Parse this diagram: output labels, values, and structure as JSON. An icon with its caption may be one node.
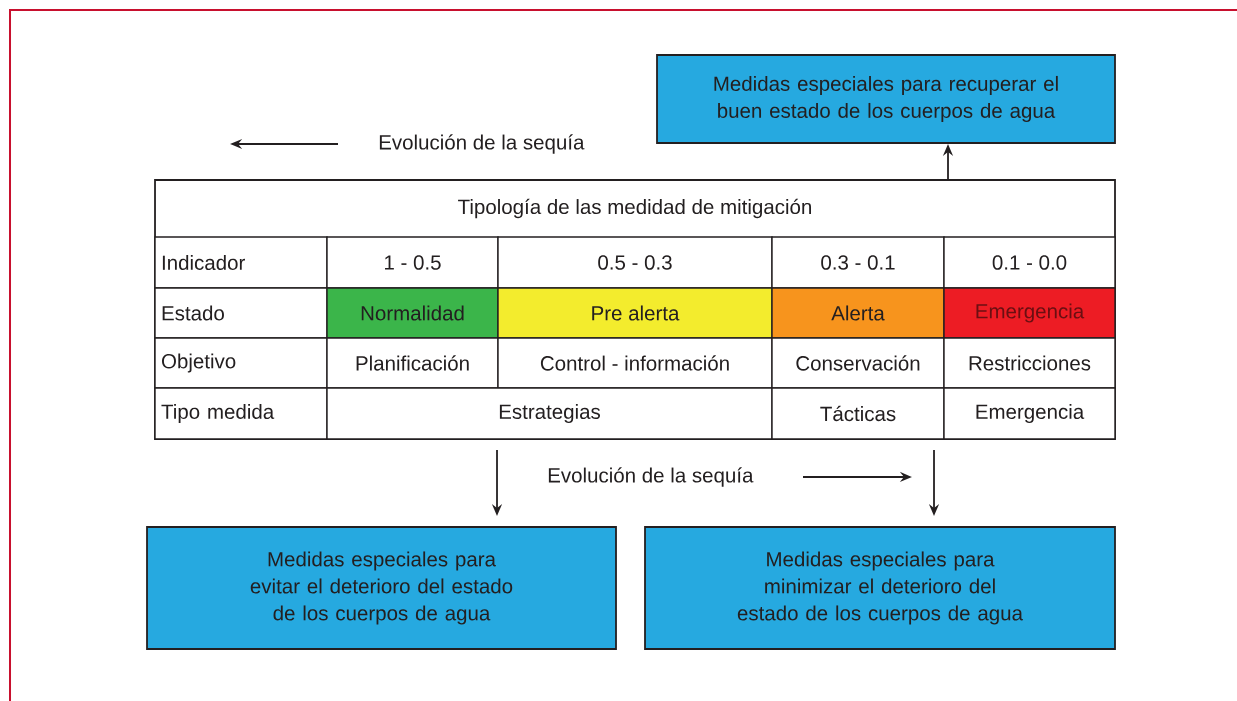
{
  "diagram": {
    "nodes": [
      {
        "text": [
          "Medidas especiales para recuperar el buen estado de los cuerpos de agua"
        ]
      },
      {
        "text": [
          "Tipología de las medidad de mitigación"
        ]
      },
      {
        "text": [
          "Indicador"
        ],
        "in": 1
      },
      {
        "text": [
          "1 - 0.5"
        ],
        "in": 1
      },
      {
        "text": [
          "0.5 - 0.3"
        ],
        "in": 1
      },
      {
        "text": [
          "0.3 - 0.1"
        ],
        "in": 1
      },
      {
        "text": [
          "0.1 - 0.0"
        ],
        "in": 1
      },
      {
        "text": [
          "Estado"
        ],
        "in": 1
      },
      {
        "text": [
          "Normalidad"
        ],
        "in": 1
      },
      {
        "text": [
          "Pre alerta"
        ],
        "in": 1
      },
      {
        "text": [
          "Alerta"
        ],
        "in": 1
      },
      {
        "text": [
          "Emergencia"
        ],
        "in": 1
      },
      {
        "text": [
          "Objetivo"
        ],
        "in": 1
      },
      {
        "text": [
          "Planificación"
        ],
        "in": 1
      },
      {
        "text": [
          "Control - información"
        ],
        "in": 1
      },
      {
        "text": [
          "Conservación"
        ],
        "in": 1
      },
      {
        "text": [
          "Restricciones"
        ],
        "in": 1
      },
      {
        "text": [
          "Tipo medida"
        ],
        "in": 1
      },
      {
        "text": [
          "Estrategias"
        ],
        "in": 1
      },
      {
        "text": [
          "Tácticas"
        ],
        "in": 1
      },
      {
        "text": [
          "Emergencia"
        ],
        "in": 1
      },
      {
        "text": [
          "Medidas especiales para evitar el deterioro del estado de los cuerpos de agua"
        ]
      },
      {
        "text": [
          "Medidas especiales para minimizar el deterioro del estado de los cuerpos de agua"
        ]
      }
    ],
    "edges": [
      {
        "from": 1,
        "to": 0,
        "arrow": "to"
      },
      {
        "from": 1,
        "to": 21,
        "arrow": "to"
      },
      {
        "from": 1,
        "to": 22,
        "arrow": "to"
      }
    ],
    "labels": [
      "Evolución de la sequía",
      "Evolución de la sequía"
    ]
  }
}
